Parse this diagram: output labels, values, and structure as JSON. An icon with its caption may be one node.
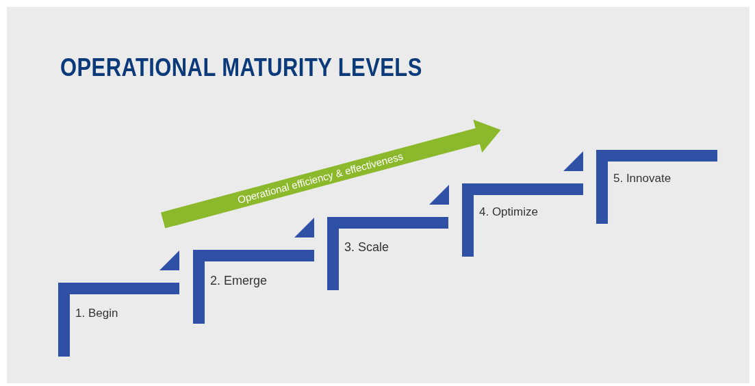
{
  "diagram": {
    "title": "OPERATIONAL MATURITY LEVELS",
    "nodes": [
      {
        "text": [
          "1. Begin"
        ]
      },
      {
        "text": [
          "2. Emerge"
        ]
      },
      {
        "text": [
          "3. Scale"
        ]
      },
      {
        "text": [
          "4. Optimize"
        ]
      },
      {
        "text": [
          "5. Innovate"
        ]
      }
    ],
    "labels": [
      "Operational efficiency & effectiveness"
    ]
  }
}
